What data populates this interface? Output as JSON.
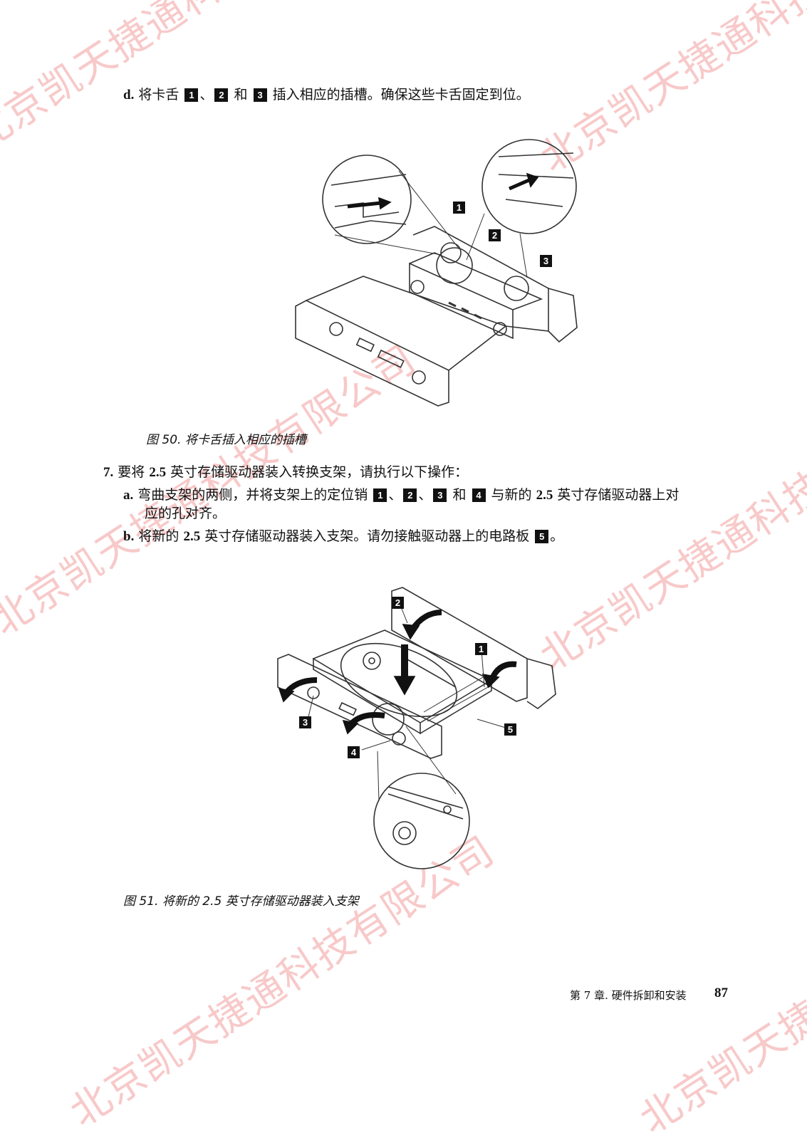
{
  "watermark": "北京凯天捷通科技有限公司",
  "step_d": {
    "label": "d.",
    "t1": "将卡舌",
    "b1": "1",
    "sep1": "、",
    "b2": "2",
    "t2": "和",
    "b3": "3",
    "t3": "插入相应的插槽。确保这些卡舌固定到位。"
  },
  "figure50": {
    "caption": "图 50. 将卡舌插入相应的插槽",
    "callouts": [
      "1",
      "2",
      "3"
    ]
  },
  "step7": {
    "num": "7.",
    "text_pre": "要将",
    "size": "2.5",
    "text_post": "英寸存储驱动器装入转换支架，请执行以下操作："
  },
  "step_a": {
    "label": "a.",
    "t1": "弯曲支架的两侧，并将支架上的定位销",
    "b1": "1",
    "sep1": "、",
    "b2": "2",
    "sep2": "、",
    "b3": "3",
    "t2": "和",
    "b4": "4",
    "t3": "与新的",
    "size": "2.5",
    "t4": "英寸存储驱动器上对",
    "line2": "应的孔对齐。"
  },
  "step_b": {
    "label": "b.",
    "t1": "将新的",
    "size": "2.5",
    "t2": "英寸存储驱动器装入支架。请勿接触驱动器上的电路板",
    "b5": "5",
    "t3": "。"
  },
  "figure51": {
    "caption": "图 51. 将新的 2.5 英寸存储驱动器装入支架",
    "callouts": [
      "2",
      "1",
      "3",
      "5",
      "4"
    ]
  },
  "footer": {
    "chapter": "第 7 章. 硬件拆卸和安装",
    "page": "87"
  }
}
